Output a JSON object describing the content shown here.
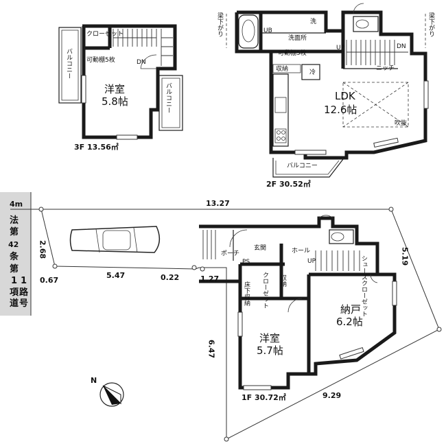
{
  "floors": {
    "f3": {
      "label": "3F 13.56㎡",
      "rooms": {
        "youshitsu": "洋室",
        "youshitsu_size": "5.8帖"
      },
      "balcony_left": "バルコニー",
      "balcony_right": "バルコニー",
      "closet": "クローゼット",
      "shelf": "可動棚5枚",
      "stair": "DN"
    },
    "f2": {
      "label": "2F 30.52㎡",
      "ldk": "LDK",
      "ldk_size": "12.6帖",
      "ub": "UB",
      "senmen": "洗面所",
      "wash": "洗",
      "ref": "冷",
      "shelf": "可動棚5枚",
      "storage": "収納",
      "niche": "ニッチ",
      "up": "UP",
      "dn": "DN",
      "fukinuke": "吹抜",
      "balcony": "バルコニー",
      "beam_left": "梁下がり",
      "beam_right": "梁下がり"
    },
    "f1": {
      "label": "1F 30.72㎡",
      "porch": "ポーチ",
      "genkan": "玄関",
      "hall": "ホール",
      "ps": "PS",
      "closet": "クローゼット",
      "shoe": "床下収納",
      "storage": "収納",
      "youshitsu": "洋室",
      "youshitsu_size": "5.7帖",
      "nando": "納戸",
      "nando_size": "6.2帖",
      "up": "UP",
      "shoes_closet": "シューズクローゼット"
    }
  },
  "site": {
    "road_width": "4m",
    "road_text": [
      "法",
      "第",
      "42",
      "条",
      "第",
      "1",
      "項",
      "1",
      "道",
      "路",
      "号"
    ],
    "dims": {
      "top": "13.27",
      "left_frontage": "2.68",
      "right_side": "5.19",
      "back": "9.29",
      "left_side": "6.47",
      "seg_a": "5.47",
      "seg_b": "0.22",
      "seg_c": "1.27",
      "corner": "0.67"
    }
  },
  "compass": {
    "north": "N"
  }
}
